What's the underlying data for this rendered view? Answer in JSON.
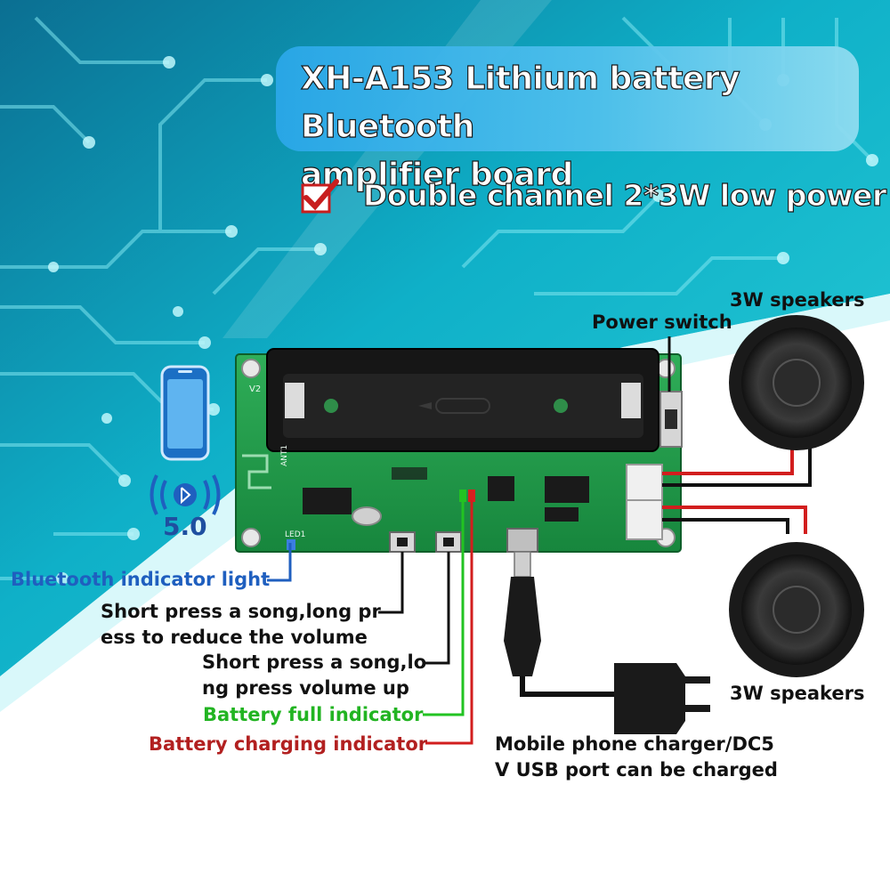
{
  "title": "XH-A153 Lithium battery Bluetooth amplifier board",
  "title_lines": [
    "XH-A153 Lithium battery Bluetooth",
    "amplifier board"
  ],
  "feature": "Double channel 2*3W low power",
  "bluetooth_version": "5.0",
  "board_marks": {
    "version": "V2",
    "antenna": "ANT1",
    "led": "LED1"
  },
  "labels": {
    "power_switch": "Power switch",
    "speakers_top": "3W speakers",
    "speakers_bottom": "3W speakers",
    "bluetooth_indicator": "Bluetooth indicator light",
    "btn_prev": [
      "Short press a song,long pr",
      "ess to reduce the volume"
    ],
    "btn_next": [
      "Short press a song,lo",
      "ng press volume up"
    ],
    "battery_full": "Battery full indicator",
    "battery_charging": "Battery charging indicator",
    "charger": [
      "Mobile phone charger/DC5",
      "V USB port can be charged"
    ]
  },
  "colors": {
    "blue_label": "#1f5fbf",
    "green_label": "#22b422",
    "red_label": "#b22020",
    "board": "#1f9a4a",
    "background_accent": "#0aa6c6"
  },
  "icons": [
    "checkmark-icon",
    "phone-icon",
    "bluetooth-icon",
    "speaker-icon",
    "charger-icon"
  ]
}
